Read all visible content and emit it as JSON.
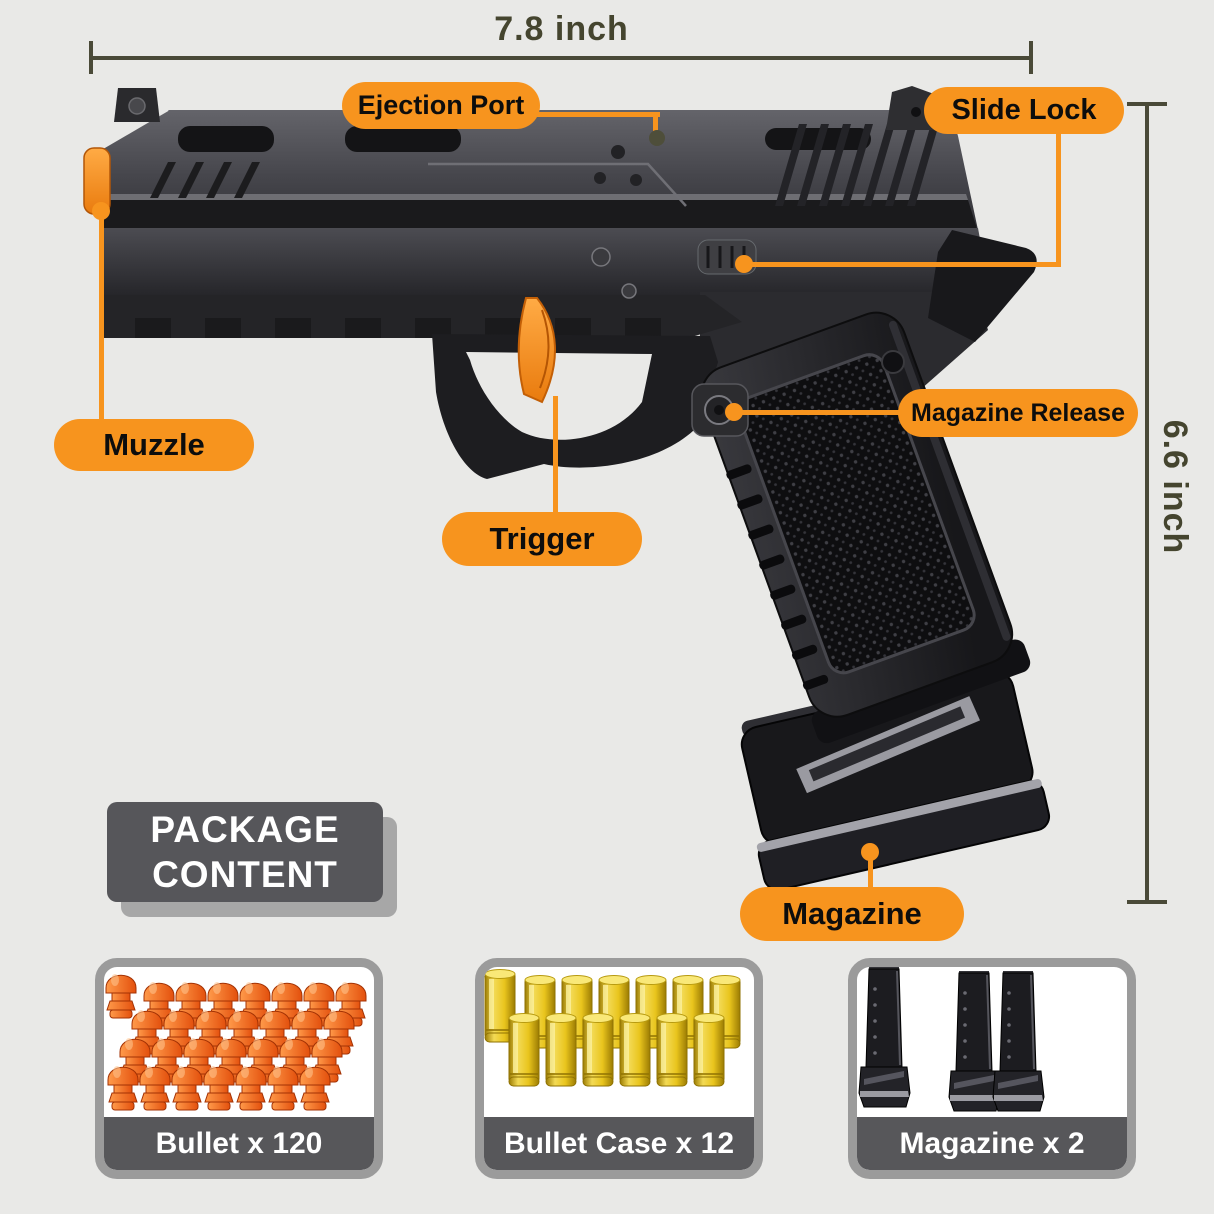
{
  "dimensions": {
    "width_label": "7.8 inch",
    "height_label": "6.6 inch"
  },
  "callouts": [
    {
      "name": "ejection-port",
      "label": "Ejection Port"
    },
    {
      "name": "slide-lock",
      "label": "Slide Lock"
    },
    {
      "name": "muzzle",
      "label": "Muzzle"
    },
    {
      "name": "magazine-release",
      "label": "Magazine Release"
    },
    {
      "name": "trigger",
      "label": "Trigger"
    },
    {
      "name": "magazine",
      "label": "Magazine"
    }
  ],
  "package_content": {
    "heading_line1": "PACKAGE",
    "heading_line2": "CONTENT",
    "items": [
      {
        "name": "bullets",
        "label": "Bullet x 120",
        "count": 120
      },
      {
        "name": "bullet-cases",
        "label": "Bullet Case x 12",
        "count": 12
      },
      {
        "name": "magazines",
        "label": "Magazine x 2",
        "count": 2
      }
    ]
  },
  "colors": {
    "background": "#E9E9E7",
    "accent_orange": "#F7941E",
    "dimension_olive": "#4A4A38",
    "panel_dark_gray": "#56565A",
    "card_border_gray": "#9B9B9B",
    "caption_bar_gray": "#57575A",
    "bullet_orange": "#E3500D",
    "case_gold": "#E9C51D",
    "gun_black": "#2A2A2E"
  }
}
